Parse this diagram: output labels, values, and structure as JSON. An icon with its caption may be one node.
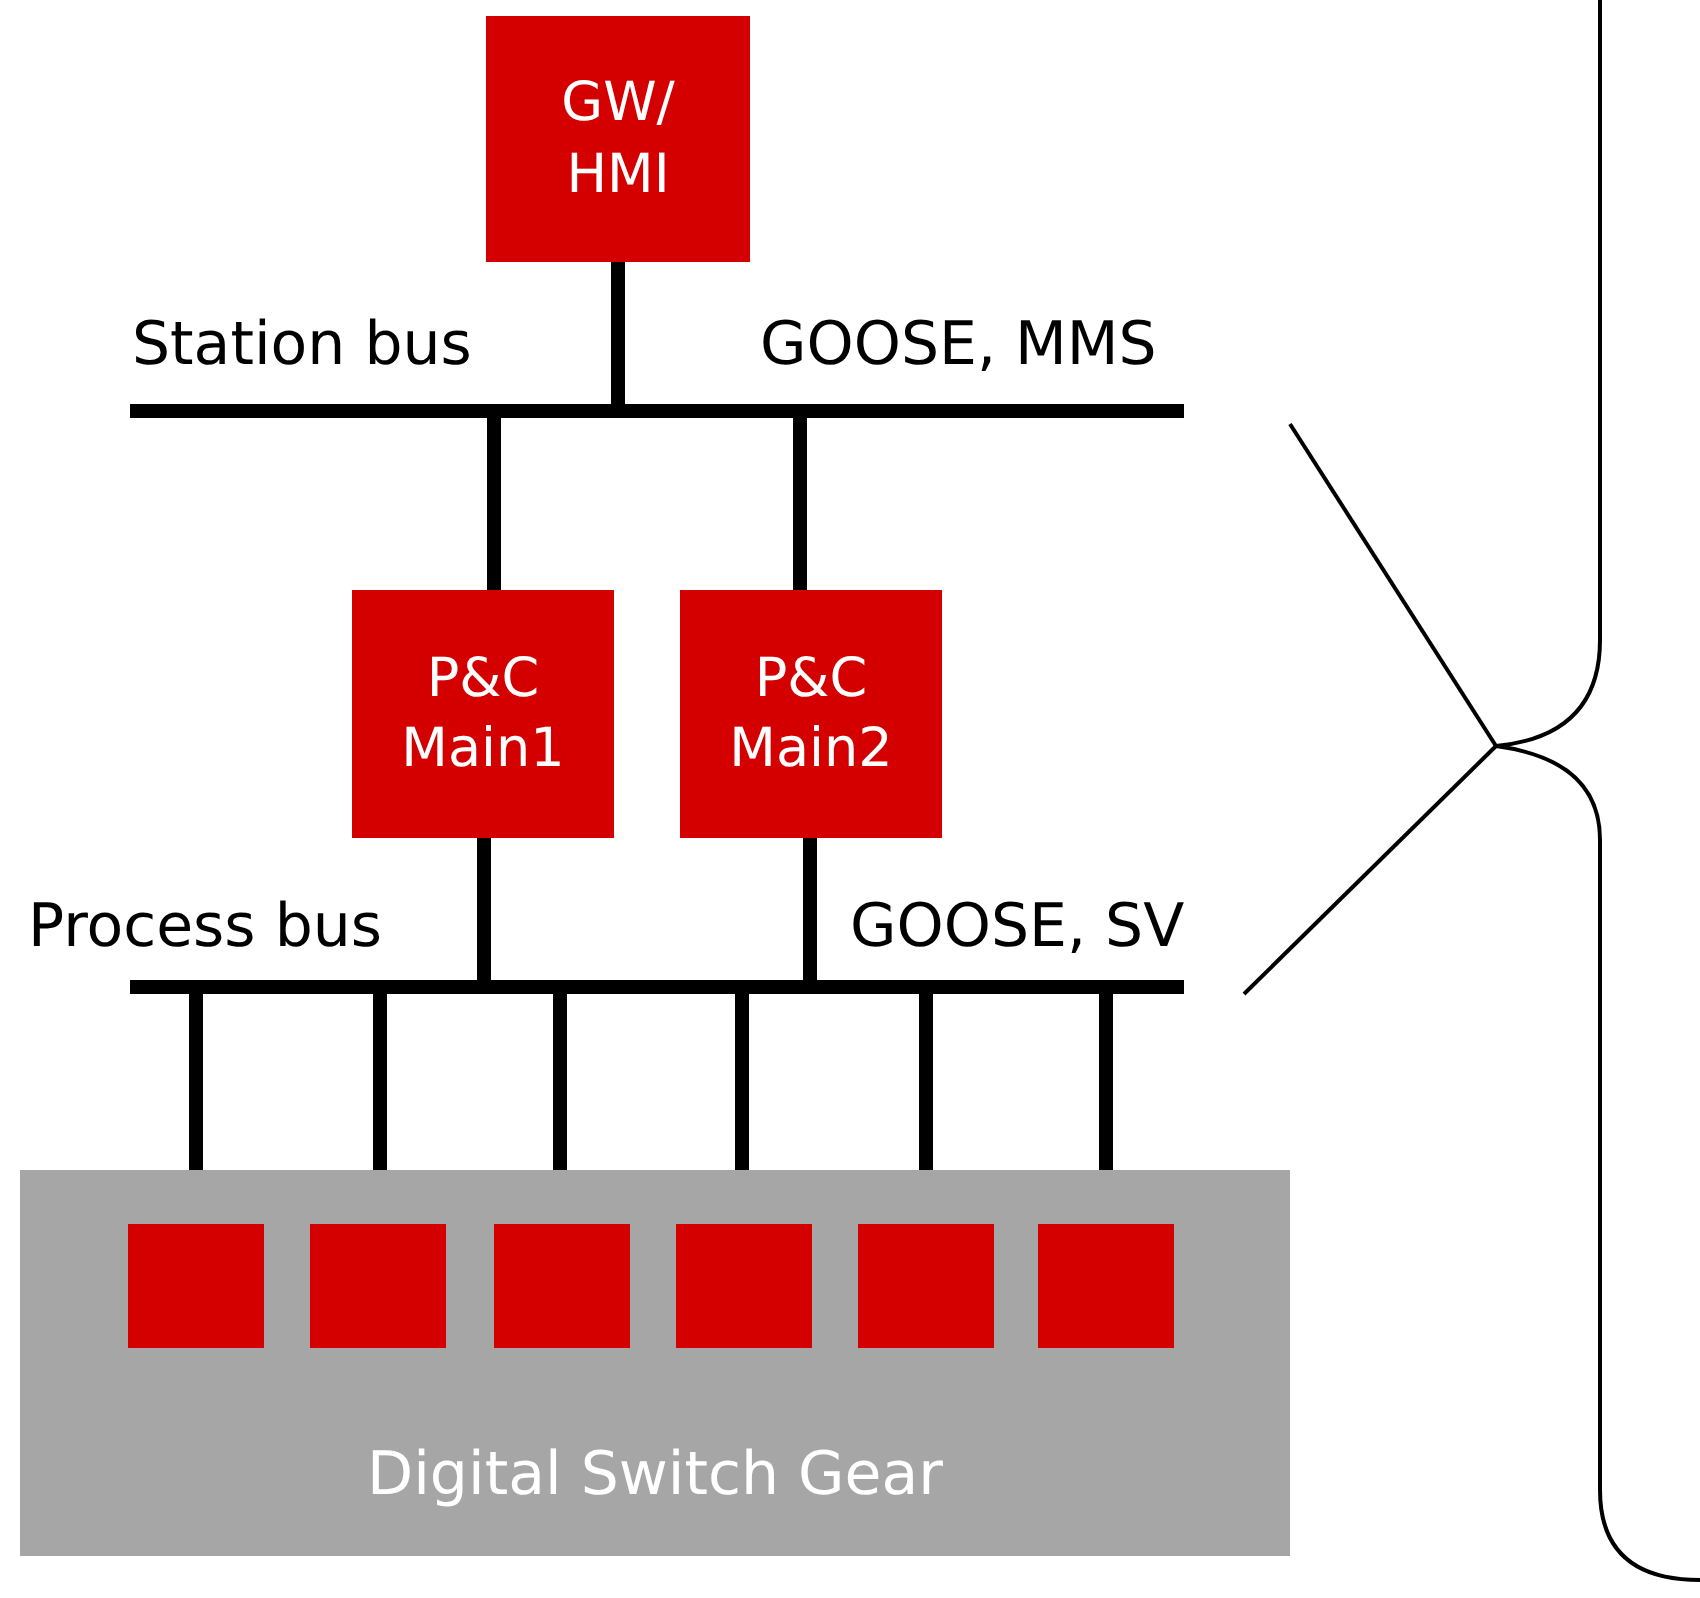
{
  "diagram": {
    "nodes": [
      {
        "text": [
          "GW/ HMI"
        ]
      },
      {
        "text": [],
        "shape": "bar"
      },
      {
        "text": [
          "P&C Main1"
        ]
      },
      {
        "text": [
          "P&C Main2"
        ]
      },
      {
        "text": [],
        "shape": "bar"
      },
      {
        "text": [
          "Digital Switch Gear"
        ]
      },
      {
        "text": [],
        "shape": "box",
        "in": 5
      },
      {
        "text": [],
        "shape": "box",
        "in": 5
      },
      {
        "text": [],
        "shape": "box",
        "in": 5
      },
      {
        "text": [],
        "shape": "box",
        "in": 5
      },
      {
        "text": [],
        "shape": "box",
        "in": 5
      },
      {
        "text": [],
        "shape": "box",
        "in": 5
      }
    ],
    "edges": [
      {
        "from": 0,
        "to": 1,
        "arrow": "none"
      },
      {
        "from": 1,
        "to": 2,
        "arrow": "none"
      },
      {
        "from": 1,
        "to": 3,
        "arrow": "none"
      },
      {
        "from": 2,
        "to": 4,
        "arrow": "none"
      },
      {
        "from": 3,
        "to": 4,
        "arrow": "none"
      },
      {
        "from": 4,
        "to": 6,
        "arrow": "none"
      },
      {
        "from": 4,
        "to": 7,
        "arrow": "none"
      },
      {
        "from": 4,
        "to": 8,
        "arrow": "none"
      },
      {
        "from": 4,
        "to": 9,
        "arrow": "none"
      },
      {
        "from": 4,
        "to": 10,
        "arrow": "none"
      },
      {
        "from": 4,
        "to": 11,
        "arrow": "none"
      }
    ],
    "labels": [
      "Station bus",
      "GOOSE, MMS",
      "Process bus",
      "GOOSE, SV"
    ]
  }
}
